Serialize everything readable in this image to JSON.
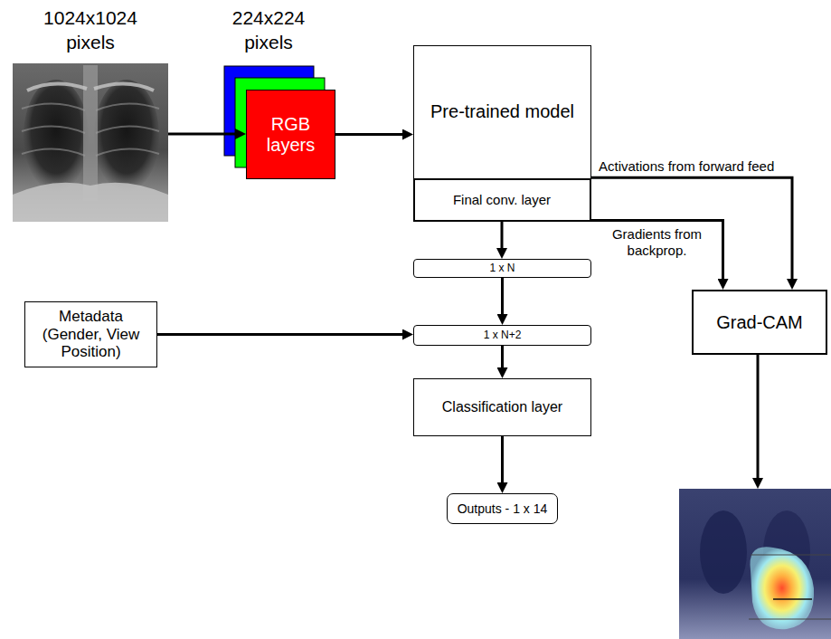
{
  "diagram": {
    "nodes": [
      {
        "text": [
          "RGB layers"
        ]
      },
      {
        "text": [
          "Pre-trained model"
        ]
      },
      {
        "text": [
          "Final conv. layer"
        ],
        "in": 1
      },
      {
        "text": [
          "1 x N"
        ]
      },
      {
        "text": [
          "Metadata (Gender, View Position)"
        ]
      },
      {
        "text": [
          "1 x N+2"
        ]
      },
      {
        "text": [
          "Classification layer"
        ]
      },
      {
        "text": [
          "Outputs - 1 x 14"
        ]
      },
      {
        "text": [
          "Grad-CAM"
        ]
      }
    ],
    "edges": [
      {
        "from": 0,
        "to": 1,
        "arrow": "to"
      },
      {
        "from": 2,
        "to": 3,
        "arrow": "to"
      },
      {
        "from": 3,
        "to": 5,
        "arrow": "to"
      },
      {
        "from": 4,
        "to": 5,
        "arrow": "to"
      },
      {
        "from": 5,
        "to": 6,
        "arrow": "to"
      },
      {
        "from": 6,
        "to": 7,
        "arrow": "to"
      },
      {
        "from": 1,
        "to": 8,
        "label": "Activations from forward feed",
        "arrow": "to"
      },
      {
        "from": 2,
        "to": 8,
        "label": "Gradients from backprop.",
        "arrow": "to"
      }
    ],
    "labels": [
      "1024x1024 pixels",
      "224x224 pixels"
    ]
  }
}
